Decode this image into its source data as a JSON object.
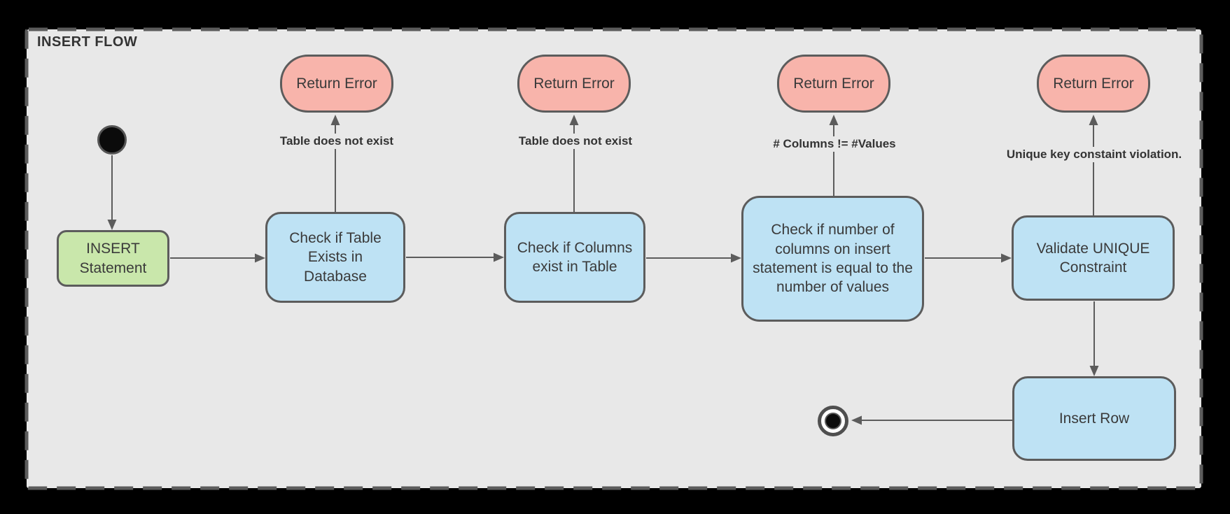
{
  "diagram": {
    "title": "INSERT FLOW",
    "type": "uml-activity-flowchart",
    "nodes": {
      "insert_statement": "INSERT Statement",
      "check_table": "Check if Table Exists in Database",
      "check_columns": "Check if Columns exist in Table",
      "check_count": "Check if number of columns on insert statement is equal to the number of values",
      "validate_unique": "Validate UNIQUE Constraint",
      "insert_row": "Insert Row",
      "return_error_1": "Return Error",
      "return_error_2": "Return Error",
      "return_error_3": "Return Error",
      "return_error_4": "Return Error"
    },
    "edge_labels": {
      "table_not_exist_1": "Table does not exist",
      "table_not_exist_2": "Table does not exist",
      "columns_values_mismatch": "# Columns != #Values",
      "unique_violation": "Unique key constaint violation."
    },
    "colors": {
      "outer_frame": "#000000",
      "canvas": "#e8e8e8",
      "shape_border": "#5c5c5c",
      "edge_stroke": "#5c5c5c",
      "process_fill": "#bee2f4",
      "start_action_fill": "#c9e7ab",
      "error_fill": "#f8b4ab",
      "text": "#3a3a3a",
      "label_text": "#333333"
    }
  }
}
